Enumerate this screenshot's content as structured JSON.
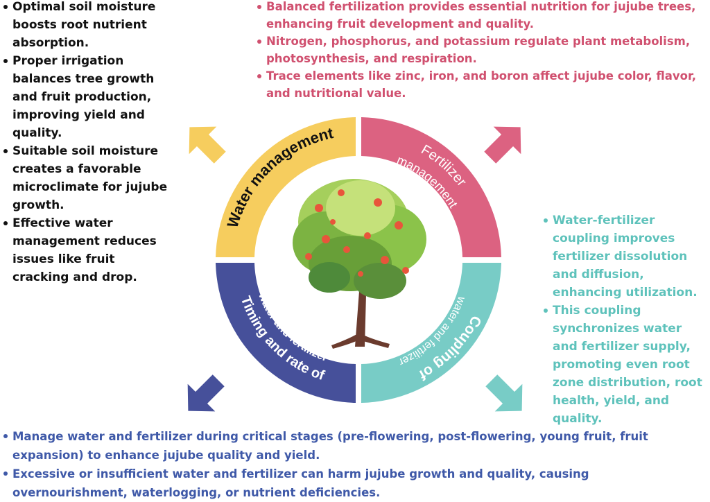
{
  "colors": {
    "water": "#f6cd5e",
    "fertilizer": "#dc6281",
    "coupling": "#78ccc6",
    "timing": "#46509a",
    "text_dark": "#111111",
    "fertilizer_text": "#d0506f",
    "coupling_text": "#5ec2bb",
    "timing_text": "#3f59a8"
  },
  "ring": {
    "water_label": "Water management",
    "fertilizer_label_line1": "Fertilizer",
    "fertilizer_label_line2": "management",
    "coupling_label_line1": "Coupling of",
    "coupling_label_line2": "water and fertilizer",
    "timing_label_line1": "Timing and rate of",
    "timing_label_line2": "water and fertilizer"
  },
  "water_panel": {
    "bullets": [
      "Optimal soil moisture boosts root nutrient absorption.",
      "Proper irrigation balances tree growth and fruit production, improving yield and quality.",
      "Suitable soil moisture creates a favorable microclimate for jujube growth.",
      "Effective water management reduces issues like fruit cracking and drop."
    ]
  },
  "fertilizer_panel": {
    "bullets": [
      "Balanced fertilization provides essential nutrition for jujube trees, enhancing fruit development and quality.",
      "Nitrogen, phosphorus, and potassium regulate plant metabolism, photosynthesis, and respiration.",
      "Trace elements like zinc, iron, and boron affect jujube color, flavor, and nutritional value."
    ]
  },
  "coupling_panel": {
    "bullets": [
      "Water-fertilizer coupling improves fertilizer dissolution and diffusion, enhancing utilization.",
      "This coupling synchronizes water and fertilizer supply, promoting even root zone distribution, root health, yield, and quality."
    ]
  },
  "timing_panel": {
    "bullets": [
      "Manage water and fertilizer during critical stages (pre-flowering, post-flowering, young fruit, fruit expansion) to enhance jujube quality and yield.",
      "Excessive or insufficient water and fertilizer can harm jujube growth and quality, causing overnourishment, waterlogging, or nutrient deficiencies."
    ]
  }
}
